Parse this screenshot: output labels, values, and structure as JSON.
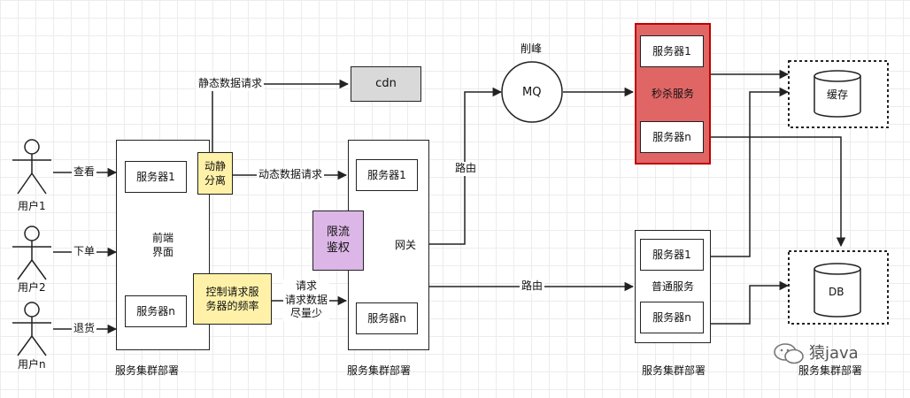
{
  "users": [
    {
      "label": "用户1",
      "action": "查看"
    },
    {
      "label": "用户2",
      "action": "下单"
    },
    {
      "label": "用户n",
      "action": "退货"
    }
  ],
  "frontend": {
    "title": "前端\n界面",
    "server1": "服务器1",
    "servern": "服务器n",
    "cluster": "服务集群部署",
    "static_sep": "动静\n分离",
    "rate_control": "控制请求服\n务器的频率"
  },
  "edges": {
    "static_req": "静态数据请求",
    "dynamic_req": "动态数据请求",
    "req_less": "请求\n请求数据\n尽量少",
    "route1": "路由",
    "route2": "路由"
  },
  "cdn": "cdn",
  "gateway": {
    "title": "网关",
    "server1": "服务器1",
    "servern": "服务器n",
    "cluster": "服务集群部署",
    "limit_auth": "限流\n鉴权"
  },
  "mq": {
    "label": "MQ",
    "caption": "削峰"
  },
  "seckill": {
    "title": "秒杀服务",
    "server1": "服务器1",
    "servern": "服务器n"
  },
  "normal": {
    "title": "普通服务",
    "server1": "服务器1",
    "servern": "服务器n",
    "cluster": "服务集群部署"
  },
  "cache": {
    "label": "缓存"
  },
  "db": {
    "label": "DB",
    "cluster": "服务集群部署"
  },
  "watermark": "猿java",
  "colors": {
    "seckill_fill": "#e06666",
    "seckill_border": "#c00000",
    "yellow_fill": "#fff2a8",
    "purple_fill": "#dcb6e6",
    "cdn_fill": "#d9d9d9"
  }
}
